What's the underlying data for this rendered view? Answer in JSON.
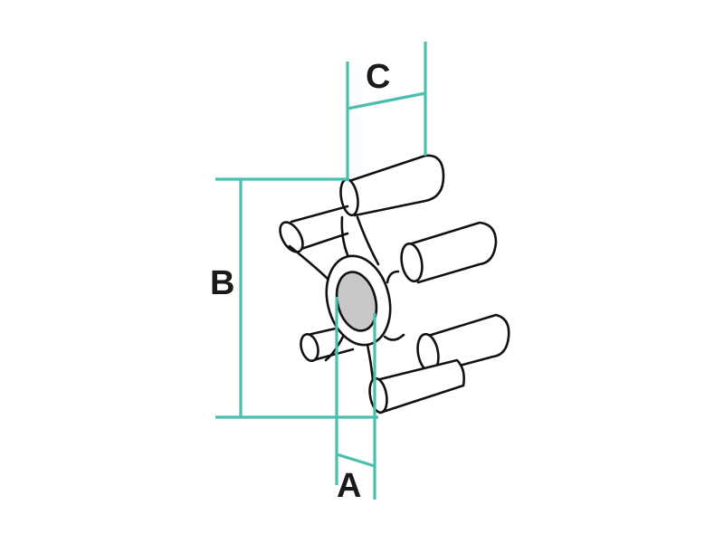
{
  "diagram": {
    "subject": "impeller",
    "dimension_labels": {
      "a": "A",
      "b": "B",
      "c": "C"
    },
    "colors": {
      "dimension_line": "#4bbfae",
      "outline": "#111111",
      "hub_fill": "#c8c8c8",
      "background": "#ffffff"
    }
  }
}
